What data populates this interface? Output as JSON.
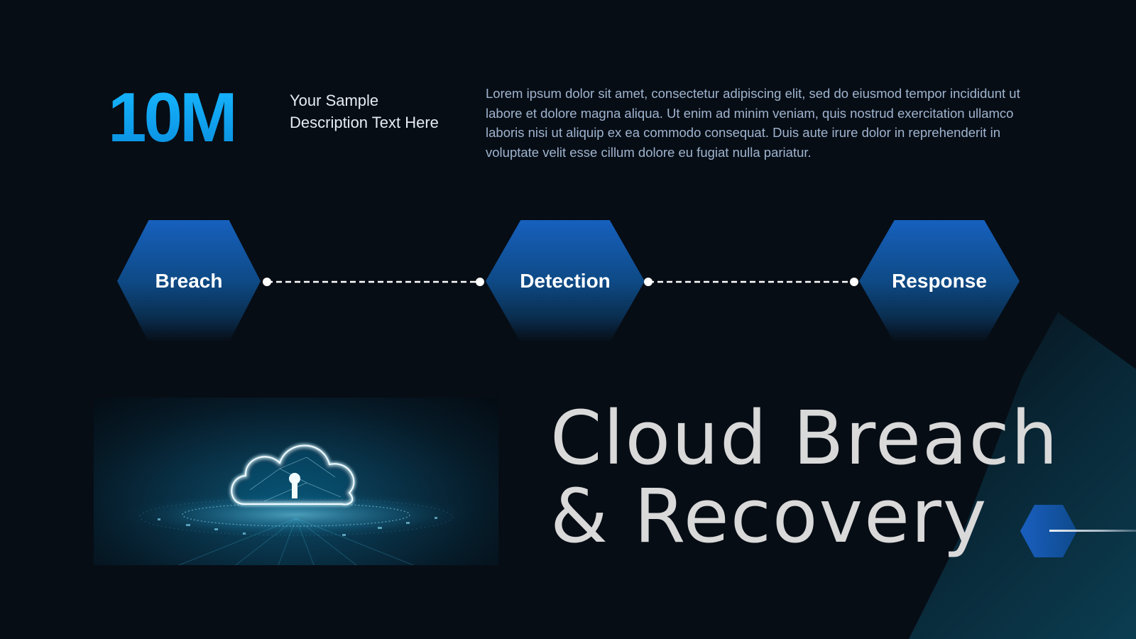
{
  "stat": {
    "value": "10M",
    "description": "Your Sample Description Text Here"
  },
  "intro_text": "Lorem ipsum dolor sit amet, consectetur adipiscing elit, sed do eiusmod tempor incididunt ut labore et dolore magna aliqua. Ut enim ad minim veniam, quis nostrud exercitation ullamco laboris nisi ut aliquip ex ea commodo consequat. Duis aute irure dolor in reprehenderit in voluptate velit esse cillum dolore eu fugiat nulla pariatur.",
  "steps": [
    {
      "label": "Breach"
    },
    {
      "label": "Detection"
    },
    {
      "label": "Response"
    }
  ],
  "title": {
    "line1": "Cloud Breach",
    "line2": "& Recovery"
  },
  "image": {
    "subject": "cloud-lock-icon"
  },
  "colors": {
    "background": "#070d15",
    "accent_blue": "#17b8ff",
    "hex_blue": "#1660bd",
    "title_gray": "#d9d9d9",
    "body_text": "#9fb4cf"
  }
}
